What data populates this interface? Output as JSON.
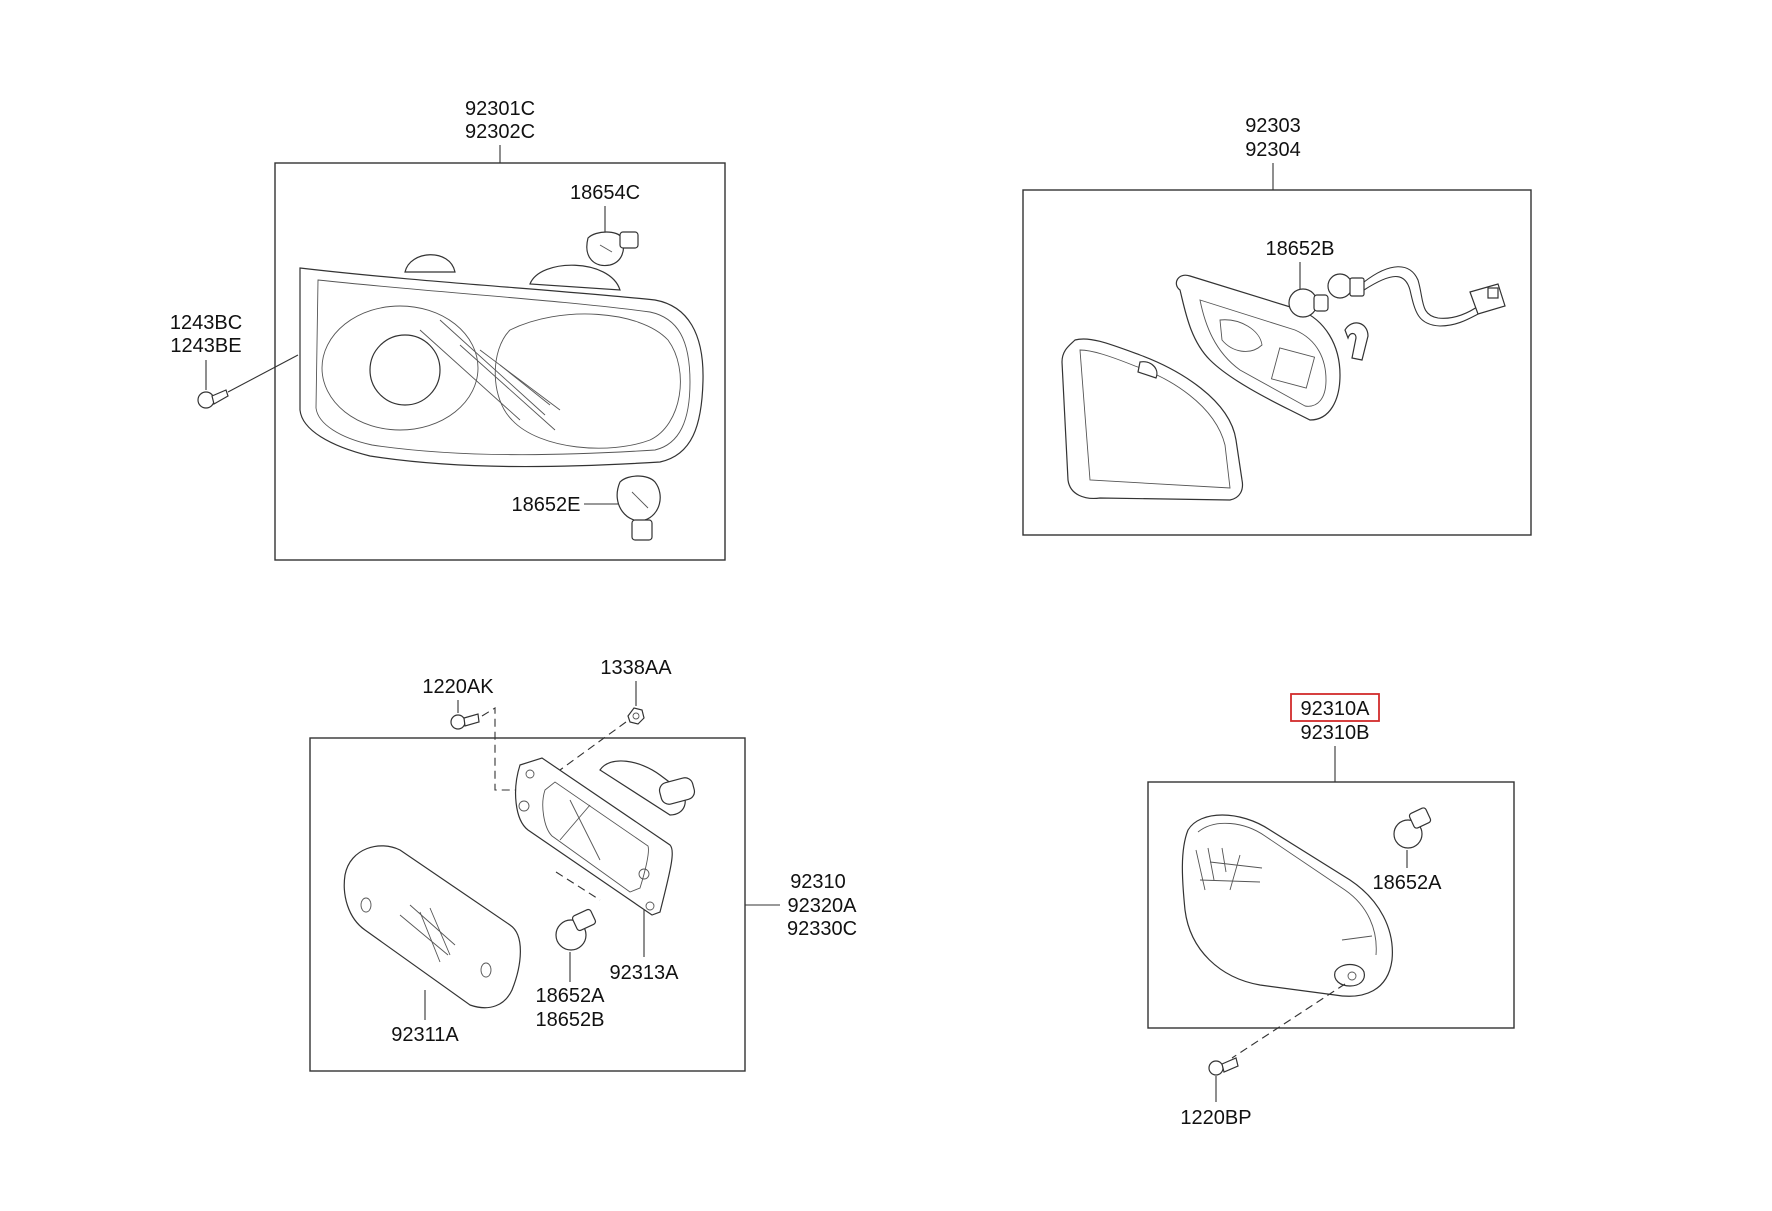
{
  "highlight_color": "#d22b2b",
  "groups": {
    "headlamp": {
      "assembly_labels": [
        "92301C",
        "92302C"
      ],
      "parts": {
        "bulb_top": "18654C",
        "bulb_bottom": "18652E",
        "screw": [
          "1243BC",
          "1243BE"
        ]
      }
    },
    "fog_lamp": {
      "assembly_labels": [
        "92303",
        "92304"
      ],
      "parts": {
        "bulb": "18652B"
      }
    },
    "side_marker": {
      "assembly_labels": [
        "92310",
        "92320A",
        "92330C"
      ],
      "parts": {
        "screw": "1220AK",
        "nut": "1338AA",
        "lens": "92311A",
        "housing": "92313A",
        "bulb": [
          "18652A",
          "18652B"
        ]
      }
    },
    "turn_signal": {
      "assembly_labels": [
        "92310A",
        "92310B"
      ],
      "highlighted_label": "92310A",
      "parts": {
        "bulb": "18652A",
        "screw": "1220BP"
      }
    }
  }
}
